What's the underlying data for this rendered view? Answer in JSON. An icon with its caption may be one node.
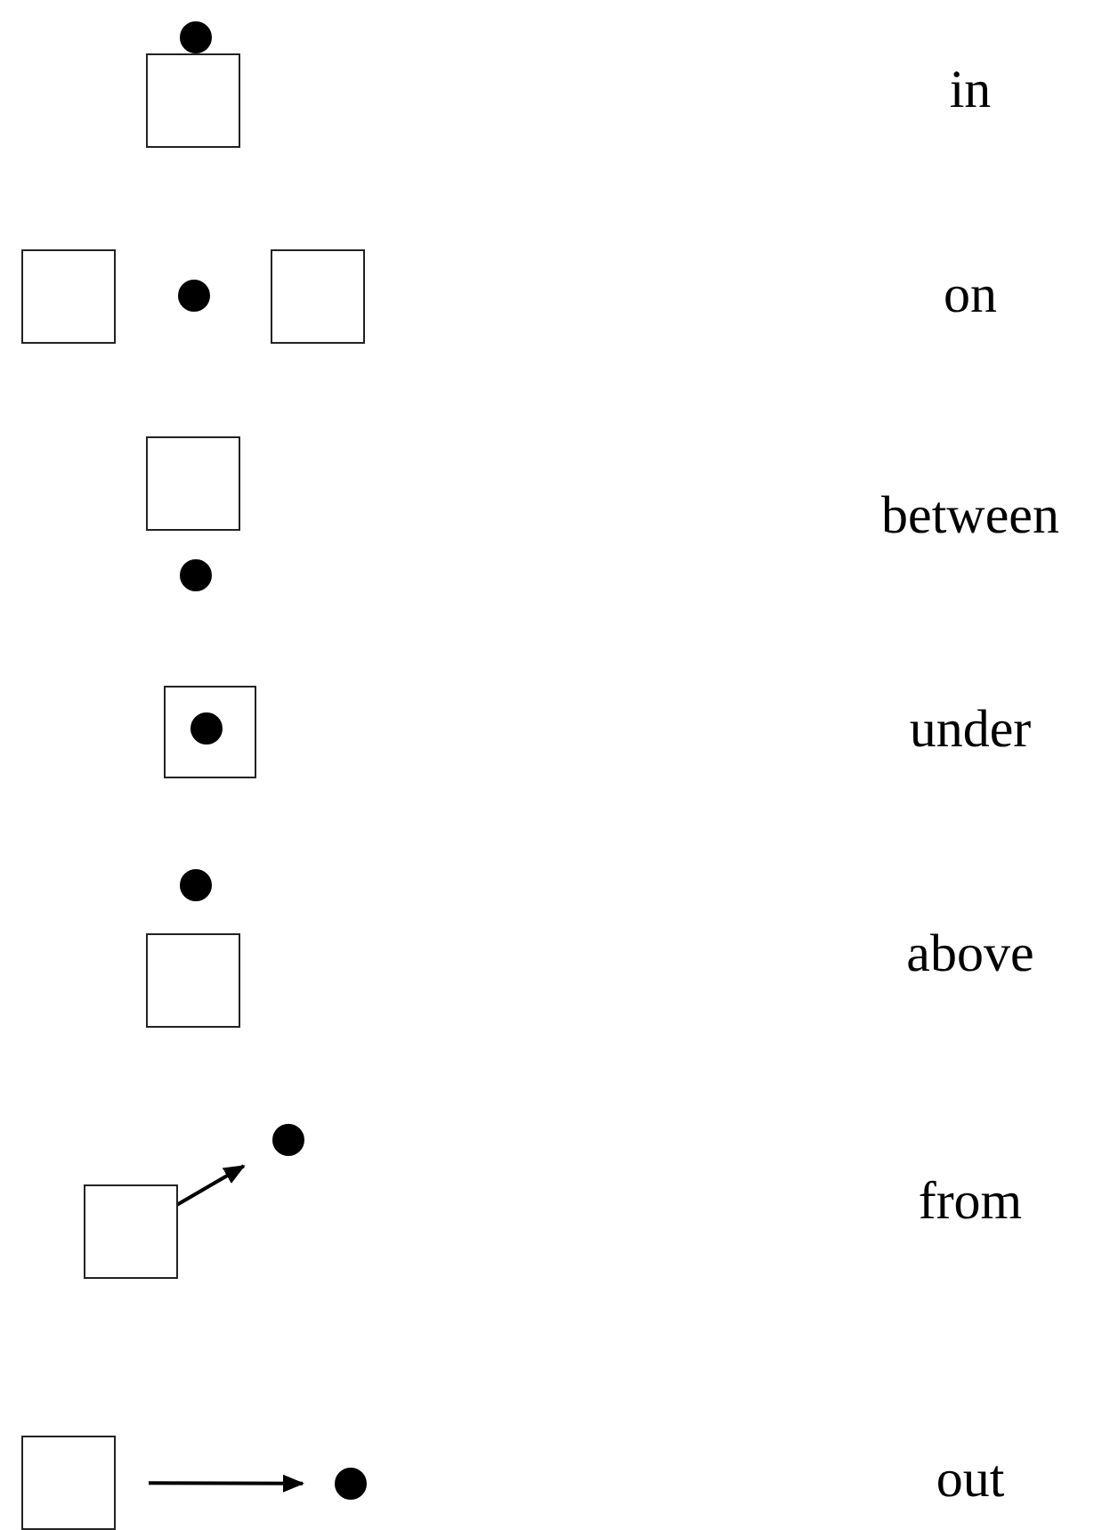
{
  "diagram": {
    "nodes": [
      {
        "text": [],
        "shape": "circle"
      },
      {
        "text": [],
        "shape": "box"
      },
      {
        "text": [],
        "shape": "box"
      },
      {
        "text": [],
        "shape": "circle"
      },
      {
        "text": [],
        "shape": "box"
      },
      {
        "text": [],
        "shape": "box"
      },
      {
        "text": [],
        "shape": "circle"
      },
      {
        "text": [],
        "shape": "box"
      },
      {
        "text": [],
        "shape": "circle",
        "in": 7
      },
      {
        "text": [],
        "shape": "circle"
      },
      {
        "text": [],
        "shape": "box"
      },
      {
        "text": [],
        "shape": "box"
      },
      {
        "text": [],
        "shape": "circle"
      },
      {
        "text": [],
        "shape": "box"
      },
      {
        "text": [],
        "shape": "circle"
      }
    ],
    "edges": [
      {
        "from": 11,
        "to": 12,
        "arrow": "to"
      },
      {
        "from": 13,
        "to": 14,
        "arrow": "to"
      }
    ],
    "labels": [
      "in",
      "on",
      "between",
      "under",
      "above",
      "from",
      "out"
    ]
  }
}
